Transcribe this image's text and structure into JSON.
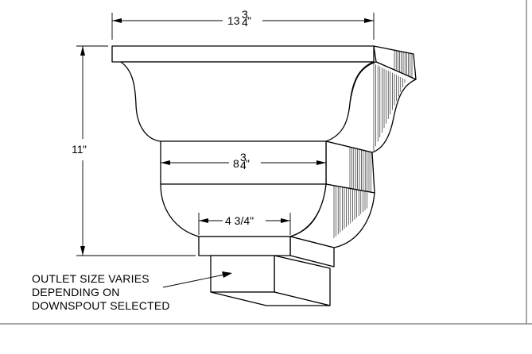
{
  "dimensions": {
    "top_width": {
      "whole": "13",
      "num": "3",
      "den": "4",
      "unit": "\""
    },
    "height": {
      "whole": "11",
      "unit": "\""
    },
    "middle_width": {
      "whole": "8",
      "num": "3",
      "den": "4",
      "unit": "\""
    },
    "bottom_width": {
      "text": "4 3/4\""
    }
  },
  "note": {
    "line1": "OUTLET SIZE VARIES",
    "line2": "DEPENDING ON",
    "line3": "DOWNSPOUT SELECTED"
  },
  "colors": {
    "line": "#000000",
    "background": "#ffffff",
    "frame": "#8c8c8c"
  }
}
